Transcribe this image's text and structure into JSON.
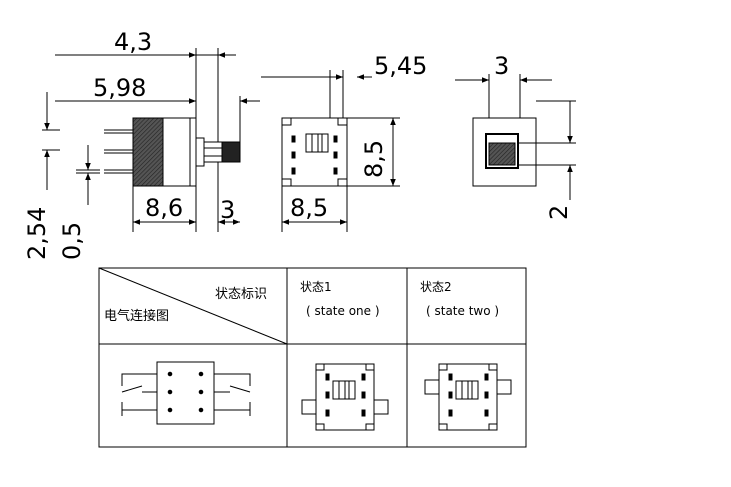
{
  "dimensions": {
    "d_4_3": "4,3",
    "d_5_98": "5,98",
    "d_5_45": "5,45",
    "d_3_top": "3",
    "d_8_5_v": "8,5",
    "d_8_6": "8,6",
    "d_3_bot": "3",
    "d_8_5_h": "8,5",
    "d_2_54": "2,54",
    "d_0_5": "0,5",
    "d_2": "2"
  },
  "table": {
    "header_state_label": "状态标识",
    "header_diagram_label": "电气连接图",
    "state1_title": "状态1",
    "state1_sub": "( state one )",
    "state2_title": "状态2",
    "state2_sub": "( state two )"
  }
}
